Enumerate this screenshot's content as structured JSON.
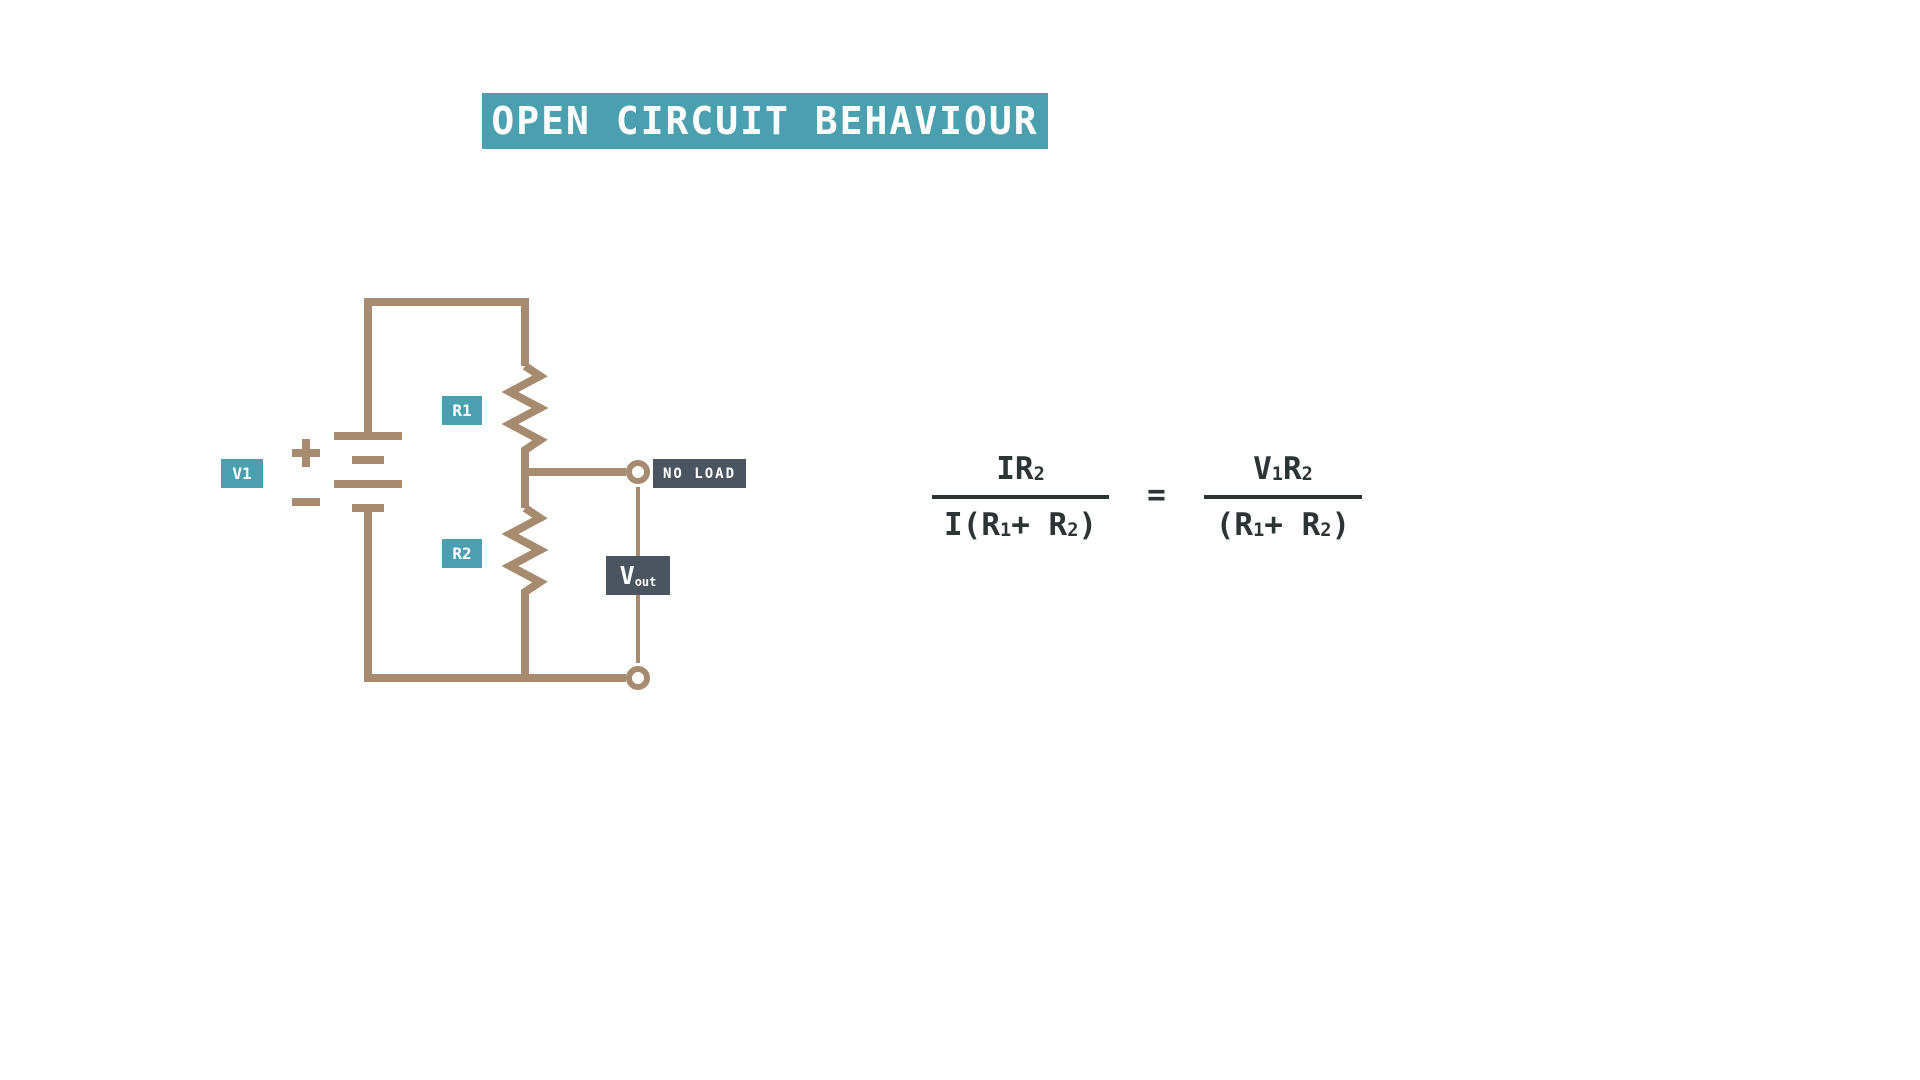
{
  "title": "OPEN CIRCUIT BEHAVIOUR",
  "colors": {
    "teal": "#4aa0ae",
    "tan": "#a68b6e",
    "slate": "#4a5560",
    "ink": "#2d3436"
  },
  "circuit": {
    "v1_label": "V1",
    "r1_label": "R1",
    "r2_label": "R2",
    "no_load_label": "NO LOAD",
    "vout": {
      "base": "V",
      "sub": "out"
    },
    "battery_plus_symbol": "+",
    "battery_minus_symbol": "−"
  },
  "equation": {
    "equals": "=",
    "lhs": {
      "numerator": [
        {
          "text": "IR"
        },
        {
          "text": "2",
          "sub": true
        }
      ],
      "denominator": [
        {
          "text": "I(R"
        },
        {
          "text": "1",
          "sub": true
        },
        {
          "text": "+ R"
        },
        {
          "text": "2",
          "sub": true
        },
        {
          "text": ")"
        }
      ]
    },
    "rhs": {
      "numerator": [
        {
          "text": "V"
        },
        {
          "text": "1",
          "sub": true
        },
        {
          "text": " R"
        },
        {
          "text": "2",
          "sub": true
        }
      ],
      "denominator": [
        {
          "text": "(R"
        },
        {
          "text": "1",
          "sub": true
        },
        {
          "text": "+ R"
        },
        {
          "text": "2",
          "sub": true
        },
        {
          "text": ")"
        }
      ]
    }
  }
}
